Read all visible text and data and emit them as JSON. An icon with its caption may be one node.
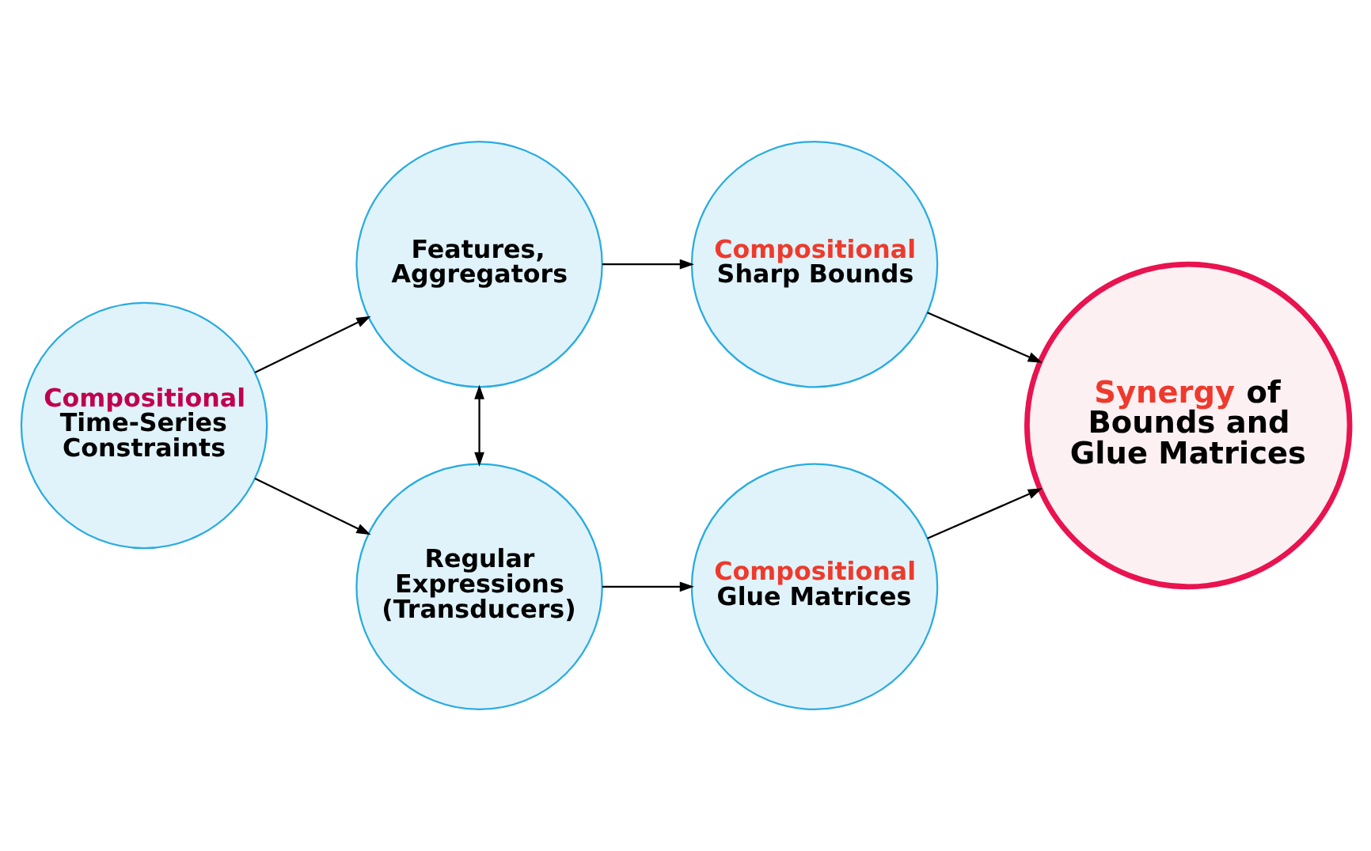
{
  "diagram": {
    "nodes": [
      {
        "text": [
          "Compositional",
          "Time-Series Constraints"
        ]
      },
      {
        "text": [
          "Features, Aggregators"
        ]
      },
      {
        "text": [
          "Compositional",
          "Sharp Bounds"
        ]
      },
      {
        "text": [
          "Regular Expressions (Transducers)"
        ]
      },
      {
        "text": [
          "Compositional",
          "Glue Matrices"
        ]
      },
      {
        "text": [
          "Synergy of Bounds and Glue Matrices"
        ]
      }
    ],
    "edges": [
      {
        "from": 0,
        "to": 1,
        "arrow": "to"
      },
      {
        "from": 0,
        "to": 3,
        "arrow": "to"
      },
      {
        "from": 1,
        "to": 2,
        "arrow": "to"
      },
      {
        "from": 1,
        "to": 3,
        "arrow": "both"
      },
      {
        "from": 3,
        "to": 4,
        "arrow": "to"
      },
      {
        "from": 2,
        "to": 5,
        "arrow": "to"
      },
      {
        "from": 4,
        "to": 5,
        "arrow": "to"
      }
    ]
  }
}
